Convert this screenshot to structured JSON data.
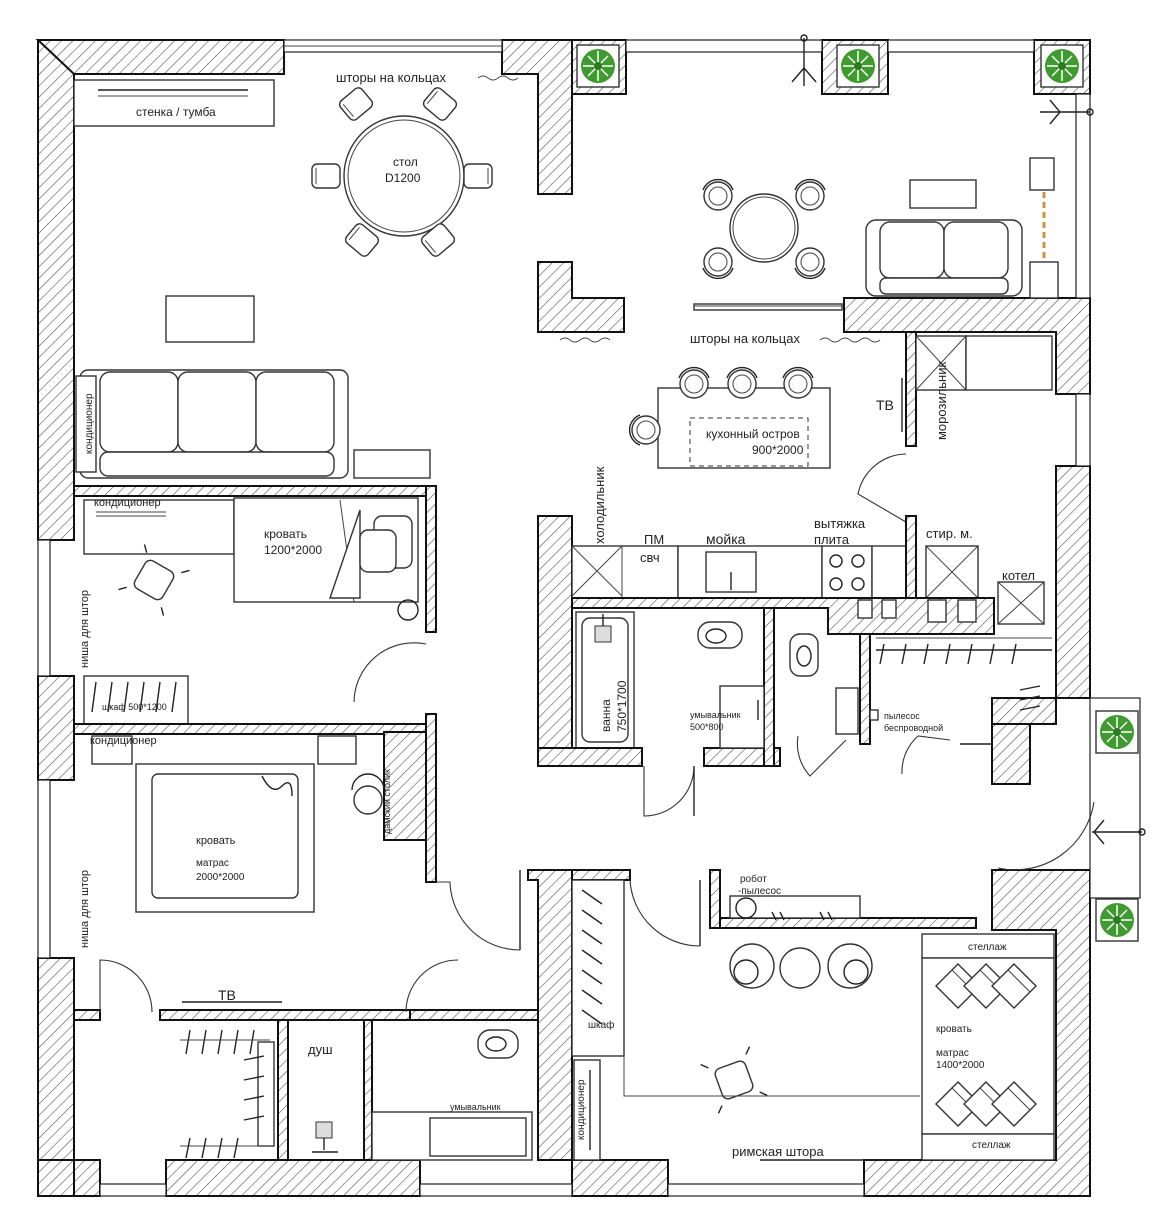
{
  "labels": {
    "curtains_top": "шторы на кольцах",
    "wall_unit": "стенка / тумба",
    "table_title": "стол",
    "table_size": "D1200",
    "curtains_mid": "шторы на кольцах",
    "tv_kitchen": "ТВ",
    "freezer": "морозильник",
    "island_title": "кухонный остров",
    "island_size": "900*2000",
    "ac_living": "кондиционер",
    "ac_kids": "кондиционер",
    "bed_kids": "кровать",
    "bed_kids_size": "1200*2000",
    "fridge": "холодильник",
    "dishwasher": "ПМ",
    "microwave": "свч",
    "sink": "мойка",
    "hood": "вытяжка",
    "stove": "плита",
    "washer": "стир. м.",
    "boiler": "котел",
    "niche_curtains_1": "ниша для штор",
    "wardrobe_kids": "шкаф 500*1200",
    "bath": "ванна",
    "bath_size": "750*1700",
    "washbasin_bath": "умывальник",
    "washbasin_bath_size": "500*800",
    "vacuum": "пылесос",
    "vacuum2": "беспроводной",
    "ac_master": "кондиционер",
    "vanity": "дамский столик",
    "bed_master": "кровать",
    "mattress_master": "матрас",
    "mattress_master_size": "2000*2000",
    "niche_curtains_2": "ниша для штор",
    "robot": "робот",
    "robot2": "-пылесос",
    "shelf_top": "стеллаж",
    "tv_master": "ТВ",
    "shower": "душ",
    "wardrobe_guest": "шкаф",
    "bed_guest": "кровать",
    "mattress_guest": "матрас",
    "mattress_guest_size": "1400*2000",
    "ac_guest": "кондиционер",
    "washbasin_2": "умывальник",
    "roman_blind": "римская штора",
    "shelf_bottom": "стеллаж"
  },
  "colors": {
    "wall_outline": "#111111",
    "plant": "#3f9b2f",
    "door_dash": "#c8963e"
  },
  "icons": [
    "plant-icon",
    "chair-icon",
    "armchair-icon",
    "toilet-icon",
    "stove-icon",
    "entry-arrow-icon"
  ]
}
